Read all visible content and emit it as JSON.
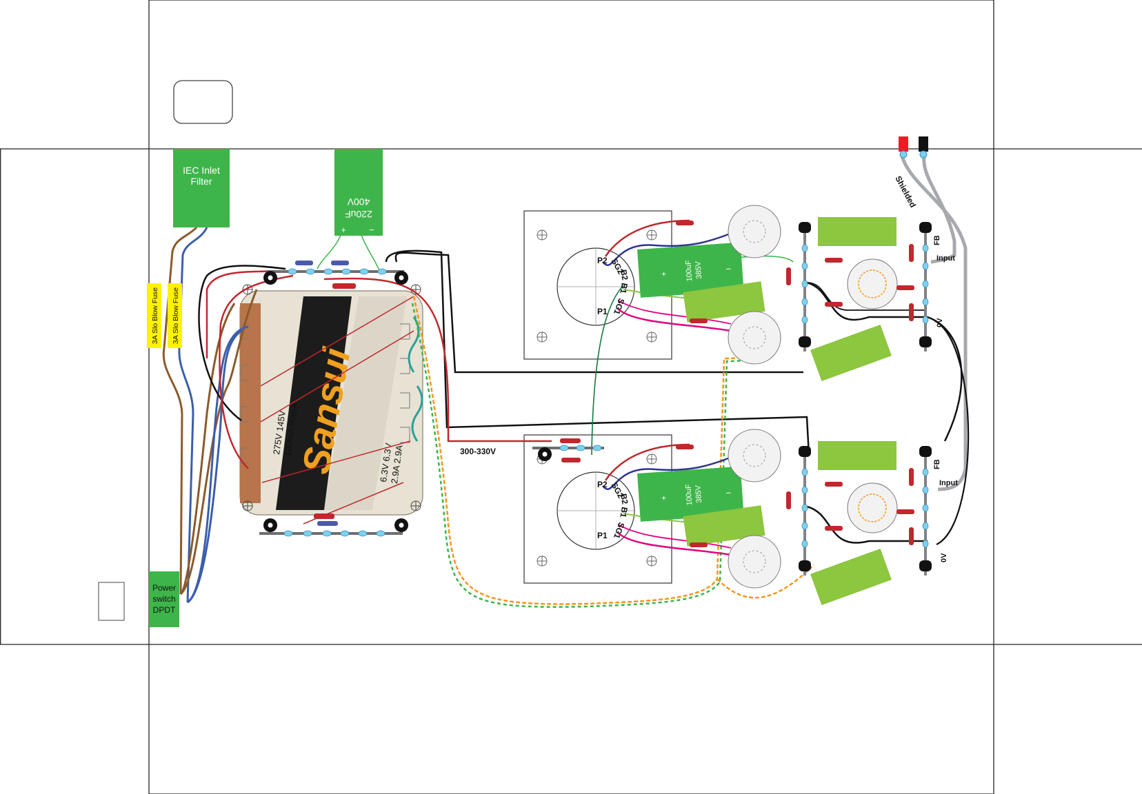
{
  "blocks": {
    "iec_line1": "IEC Inlet",
    "iec_line2": "Filter",
    "cap_main_value": "220uF",
    "cap_main_voltage": "400V",
    "cap_plus": "+",
    "cap_minus": "−",
    "fuse_1": "3A Slo Blow Fuse",
    "fuse_2": "3A Slo Blow Fuse",
    "switch_line1": "Power",
    "switch_line2": "switch",
    "switch_line3": "DPDT"
  },
  "channel_labels": {
    "pin_p2": "P2",
    "pin_sg2": "SG2",
    "pin_b2": "B2",
    "pin_b1": "B1",
    "pin_sg1": "SG1",
    "pin_p1": "P1",
    "filter_cap_value": "100uF",
    "filter_cap_voltage": "385V",
    "filter_cap_plus": "+",
    "filter_cap_minus": "−",
    "fb_label": "FB",
    "input_label": "Input",
    "ground_label": "0V"
  },
  "annotations": {
    "shielded": "Shielded",
    "b_plus_voltage": "300-330V"
  },
  "transformer": {
    "brand": "Sansui",
    "ratings_1": "275V 145V",
    "ratings_2": "180mA 90mA",
    "ratings_3": "6.3V 6.3V",
    "ratings_4": "2.9A 2.9A"
  },
  "colors": {
    "green_block": "#3db54a",
    "lime_cap": "#8dc63f",
    "fuse_yellow": "#fff200",
    "wire_brown": "#8b5a2b",
    "wire_blue": "#3b5eab",
    "wire_red": "#c1272d",
    "wire_pink": "#e6007e",
    "wire_black": "#111111",
    "wire_green": "#39b54a",
    "wire_orange": "#f7941d",
    "wire_navy": "#2e3192",
    "wire_gray": "#a7a9ac",
    "solder_lug": "#7fd0ef"
  }
}
